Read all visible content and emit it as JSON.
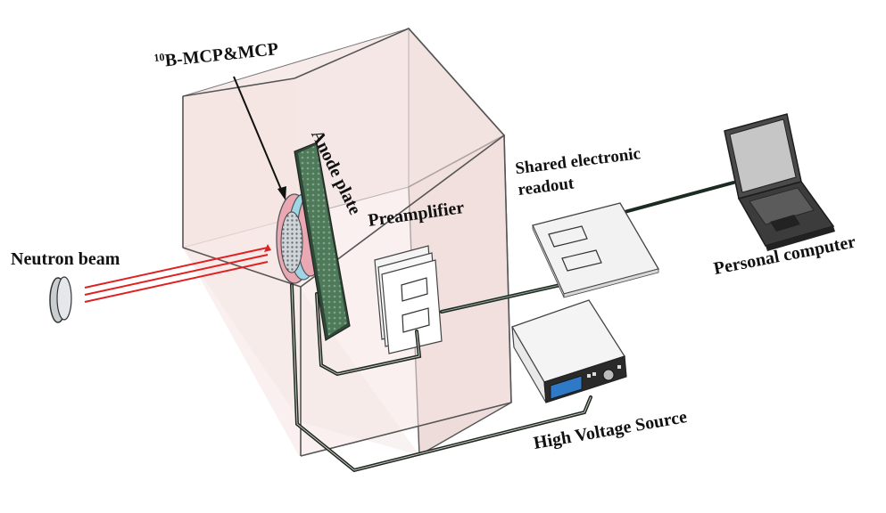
{
  "labels": {
    "mcp_sup": "10",
    "mcp_main": "B-MCP&MCP",
    "anode": "Anode plate",
    "preamp": "Preamplifier",
    "neutron": "Neutron beam",
    "shared_line1": "Shared electronic",
    "shared_line2": "readout",
    "pc": "Personal computer",
    "hv": "High Voltage Source"
  },
  "colors": {
    "box_fill": "#f6e8e6",
    "box_edge": "#555555",
    "beam": "#e02020",
    "cable_dark": "#1c2b22",
    "cable_light": "#d9c6c6",
    "anode_green": "#4f7a5a",
    "ring_pink": "#e9a8b4",
    "ring_blue": "#9fd6e6",
    "screen_blue": "#2f7ac7"
  }
}
